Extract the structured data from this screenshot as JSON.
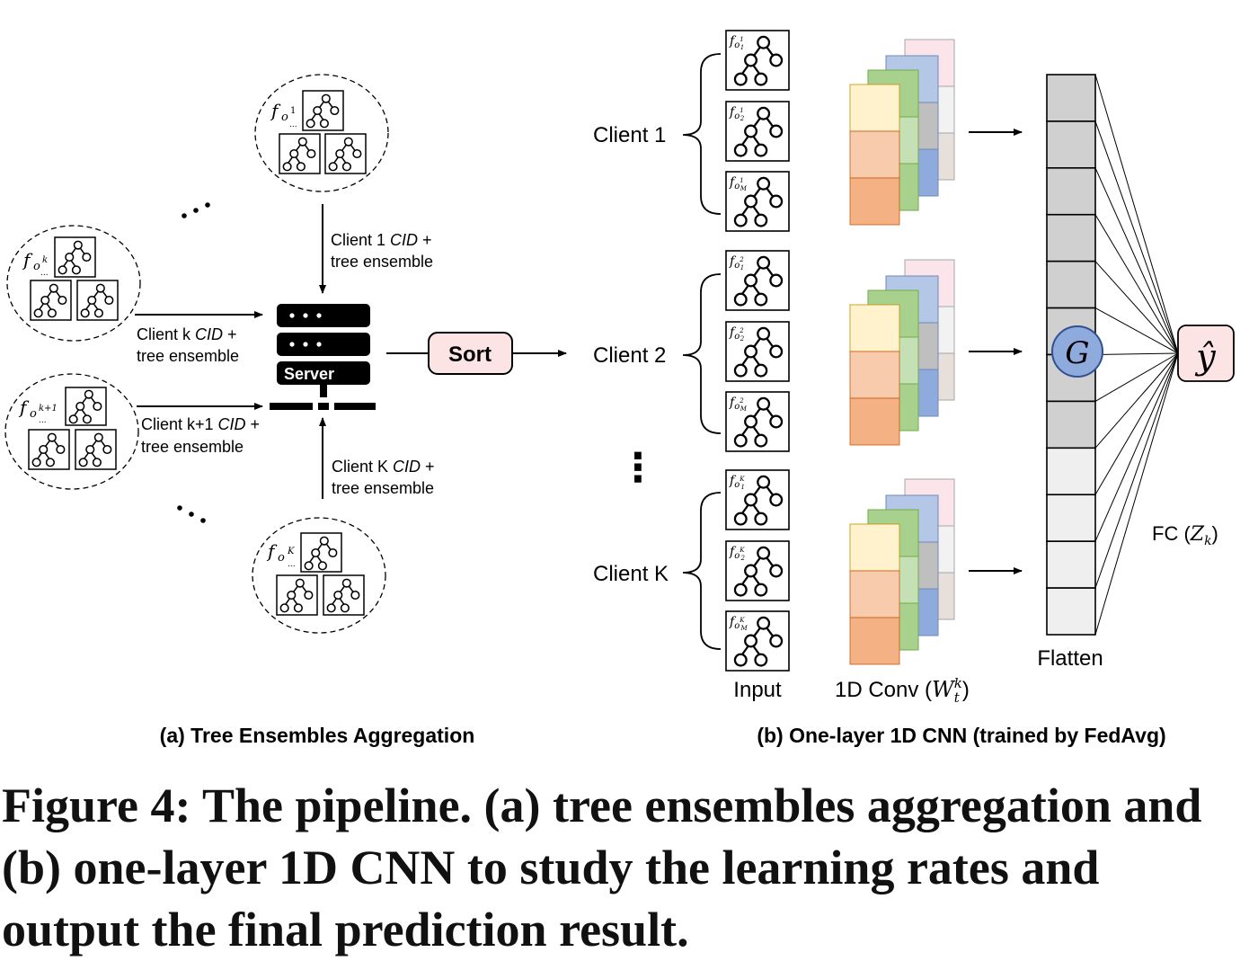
{
  "panel_a": {
    "caption": "(a) Tree Ensembles Aggregation",
    "server_label": "Server",
    "sort_label": "Sort",
    "client_top": {
      "symbol": "f",
      "subscript": "o",
      "superscript": "1",
      "dots": "..."
    },
    "client_k": {
      "symbol": "f",
      "subscript": "o",
      "superscript": "k",
      "dots": "..."
    },
    "client_k1": {
      "symbol": "f",
      "subscript": "o",
      "superscript": "k+1",
      "dots": "..."
    },
    "client_bottom": {
      "symbol": "f",
      "subscript": "o",
      "superscript": "K",
      "dots": "..."
    },
    "arrow_labels": {
      "top": {
        "line1_prefix": "Client 1 ",
        "cid": "CID",
        "line1_suffix": " +",
        "line2": "tree ensemble"
      },
      "k": {
        "line1_prefix": "Client k ",
        "cid": "CID",
        "line1_suffix": " +",
        "line2": "tree ensemble"
      },
      "k1": {
        "line1_prefix": "Client k+1 ",
        "cid": "CID",
        "line1_suffix": " +",
        "line2": "tree ensemble"
      },
      "bottom": {
        "line1_prefix": "Client K ",
        "cid": "CID",
        "line1_suffix": " +",
        "line2": "tree ensemble"
      }
    }
  },
  "panel_b": {
    "caption": "(b) One-layer 1D CNN (trained by FedAvg)",
    "clients": [
      {
        "label": "Client 1",
        "trees": [
          {
            "symbol": "f",
            "sub": "o",
            "sup": "1",
            "idx": "1"
          },
          {
            "symbol": "f",
            "sub": "o",
            "sup": "1",
            "idx": "2"
          },
          {
            "symbol": "f",
            "sub": "o",
            "sup": "1",
            "idx": "M"
          }
        ]
      },
      {
        "label": "Client 2",
        "trees": [
          {
            "symbol": "f",
            "sub": "o",
            "sup": "2",
            "idx": "1"
          },
          {
            "symbol": "f",
            "sub": "o",
            "sup": "2",
            "idx": "2"
          },
          {
            "symbol": "f",
            "sub": "o",
            "sup": "2",
            "idx": "M"
          }
        ]
      },
      {
        "label": "Client K",
        "trees": [
          {
            "symbol": "f",
            "sub": "o",
            "sup": "K",
            "idx": "1"
          },
          {
            "symbol": "f",
            "sub": "o",
            "sup": "K",
            "idx": "2"
          },
          {
            "symbol": "f",
            "sub": "o",
            "sup": "K",
            "idx": "M"
          }
        ]
      }
    ],
    "input_label": "Input",
    "conv_label_prefix": "1D Conv (",
    "conv_symbol": "W",
    "conv_sub": "t",
    "conv_sup": "k",
    "conv_label_suffix": ")",
    "flatten_label": "Flatten",
    "g_label": "G",
    "fc_label_prefix": "FC (",
    "fc_symbol": "Z",
    "fc_sub": "k",
    "fc_label_suffix": ")",
    "output_label": "ŷ",
    "vertical_dots": "⋮",
    "flatten_cells": 12,
    "flatten_dark_cells": 8
  },
  "colors": {
    "conv_yellow": "#fff2cc",
    "conv_peach": "#f8cbad",
    "conv_orange": "#f4b183",
    "conv_green": "#a9d18e",
    "conv_light_green": "#c5e0b4",
    "conv_blue": "#8faadc",
    "conv_light_blue": "#b4c7e7",
    "conv_pink": "#fbe5ea",
    "conv_grey": "#bfbfbf",
    "flatten_dark": "#d0d0d0",
    "flatten_light": "#efefef",
    "g_circle": "#8faadc",
    "sort_box": "#fce4e4",
    "output_box": "#fce4e4"
  },
  "figure_caption": "Figure 4: The pipeline. (a) tree ensembles aggregation and (b) one-layer 1D CNN to study the learning rates and output the final prediction result."
}
